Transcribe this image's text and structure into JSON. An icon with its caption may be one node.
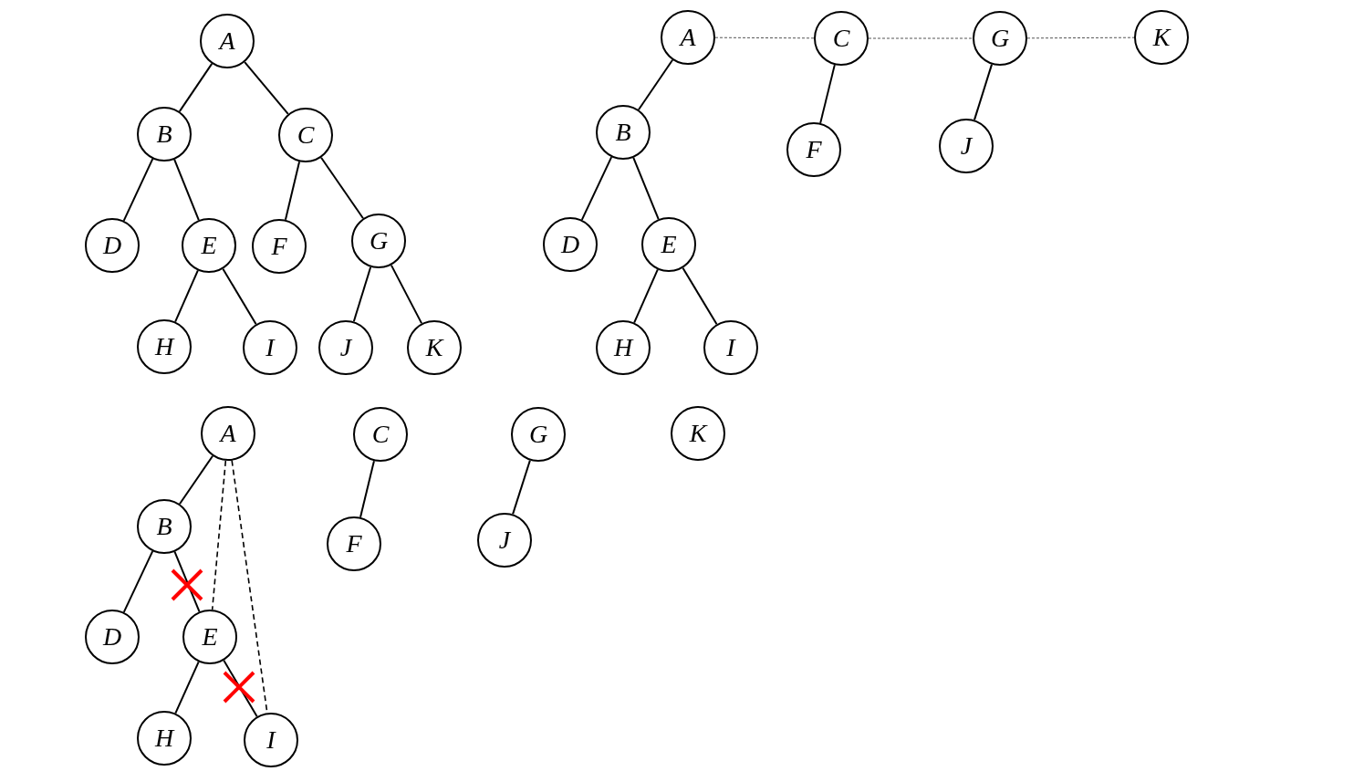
{
  "diagram": {
    "nodes": [
      {
        "text": [
          "A"
        ]
      },
      {
        "text": [
          "B"
        ]
      },
      {
        "text": [
          "C"
        ]
      },
      {
        "text": [
          "D"
        ]
      },
      {
        "text": [
          "E"
        ]
      },
      {
        "text": [
          "F"
        ]
      },
      {
        "text": [
          "G"
        ]
      },
      {
        "text": [
          "H"
        ]
      },
      {
        "text": [
          "I"
        ]
      },
      {
        "text": [
          "J"
        ]
      },
      {
        "text": [
          "K"
        ]
      },
      {
        "text": [
          "A"
        ]
      },
      {
        "text": [
          "C"
        ]
      },
      {
        "text": [
          "G"
        ]
      },
      {
        "text": [
          "K"
        ]
      },
      {
        "text": [
          "B"
        ]
      },
      {
        "text": [
          "F"
        ]
      },
      {
        "text": [
          "J"
        ]
      },
      {
        "text": [
          "D"
        ]
      },
      {
        "text": [
          "E"
        ]
      },
      {
        "text": [
          "H"
        ]
      },
      {
        "text": [
          "I"
        ]
      },
      {
        "text": [
          "A"
        ]
      },
      {
        "text": [
          "C"
        ]
      },
      {
        "text": [
          "G"
        ]
      },
      {
        "text": [
          "K"
        ]
      },
      {
        "text": [
          "B"
        ]
      },
      {
        "text": [
          "F"
        ]
      },
      {
        "text": [
          "J"
        ]
      },
      {
        "text": [
          "D"
        ]
      },
      {
        "text": [
          "E"
        ]
      },
      {
        "text": [
          "H"
        ]
      },
      {
        "text": [
          "I"
        ]
      }
    ],
    "edges": [
      {
        "from": 0,
        "to": 1,
        "arrow": "none"
      },
      {
        "from": 0,
        "to": 2,
        "arrow": "none"
      },
      {
        "from": 1,
        "to": 3,
        "arrow": "none"
      },
      {
        "from": 1,
        "to": 4,
        "arrow": "none"
      },
      {
        "from": 2,
        "to": 5,
        "arrow": "none"
      },
      {
        "from": 2,
        "to": 6,
        "arrow": "none"
      },
      {
        "from": 4,
        "to": 7,
        "arrow": "none"
      },
      {
        "from": 4,
        "to": 8,
        "arrow": "none"
      },
      {
        "from": 6,
        "to": 9,
        "arrow": "none"
      },
      {
        "from": 6,
        "to": 10,
        "arrow": "none"
      },
      {
        "from": 11,
        "to": 12,
        "arrow": "none",
        "style": "dashed",
        "color": "#555555"
      },
      {
        "from": 12,
        "to": 13,
        "arrow": "none",
        "style": "dashed",
        "color": "#555555"
      },
      {
        "from": 13,
        "to": 14,
        "arrow": "none",
        "style": "dashed",
        "color": "#555555"
      },
      {
        "from": 11,
        "to": 15,
        "arrow": "none"
      },
      {
        "from": 12,
        "to": 16,
        "arrow": "none"
      },
      {
        "from": 13,
        "to": 17,
        "arrow": "none"
      },
      {
        "from": 15,
        "to": 18,
        "arrow": "none"
      },
      {
        "from": 15,
        "to": 19,
        "arrow": "none"
      },
      {
        "from": 19,
        "to": 20,
        "arrow": "none"
      },
      {
        "from": 19,
        "to": 21,
        "arrow": "none"
      },
      {
        "from": 22,
        "to": 26,
        "arrow": "none"
      },
      {
        "from": 23,
        "to": 27,
        "arrow": "none"
      },
      {
        "from": 24,
        "to": 28,
        "arrow": "none"
      },
      {
        "from": 26,
        "to": 29,
        "arrow": "none"
      },
      {
        "from": 26,
        "to": 30,
        "arrow": "none"
      },
      {
        "from": 30,
        "to": 31,
        "arrow": "none"
      },
      {
        "from": 30,
        "to": 32,
        "arrow": "none"
      },
      {
        "from": 22,
        "to": 30,
        "arrow": "none",
        "style": "dashed"
      },
      {
        "from": 22,
        "to": 32,
        "arrow": "none",
        "style": "dashed"
      }
    ]
  }
}
